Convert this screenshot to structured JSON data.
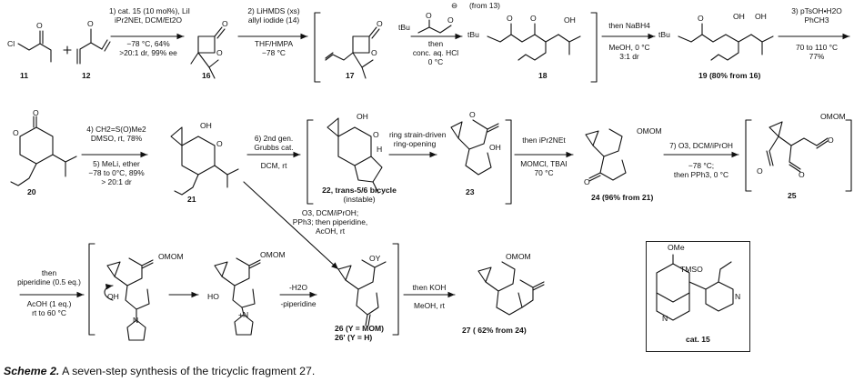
{
  "compounds": {
    "c11": "11",
    "c12": "12",
    "c16": "16",
    "c17": "17",
    "c18": "18",
    "c19": "19 (80% from 16)",
    "c20": "20",
    "c21": "21",
    "c22": "22, trans-5/6 bicycle",
    "c22b": "(instable)",
    "c23": "23",
    "c24": "24 (96% from 21)",
    "c25": "25",
    "c26": "26 (Y = MOM)",
    "c26p": "26' (Y = H)",
    "c27": "27 ( 62% from 24)",
    "cat15": "cat. 15"
  },
  "conditions": {
    "step1": [
      "1) cat. 15 (10 mol%), LiI",
      "iPr2NEt, DCM/Et2O",
      "−78 °C, 64%",
      ">20:1 dr, 99% ee"
    ],
    "step2": [
      "2) LiHMDS (xs)",
      "allyl iodide (14)",
      "THF/HMPA",
      "−78 °C"
    ],
    "from13": "(from 13)",
    "acid": [
      "then",
      "conc. aq. HCl",
      "0 °C"
    ],
    "nabh4": [
      "then NaBH4",
      "MeOH, 0 °C",
      "3:1 dr"
    ],
    "step3": [
      "3) pTsOH•H2O",
      "PhCH3",
      "70 to 110 °C",
      "77%"
    ],
    "step4": [
      "4) CH2=S(O)Me2",
      "DMSO, rt, 78%"
    ],
    "step5": [
      "5) MeLi, ether",
      "−78 to 0°C, 89%",
      "> 20:1 dr"
    ],
    "step6": [
      "6) 2nd gen.",
      "Grubbs cat.",
      "DCM, rt"
    ],
    "ringopen": [
      "ring strain-driven",
      "ring-opening"
    ],
    "mom": [
      "then iPr2NEt",
      "MOMCl, TBAI",
      "70 °C"
    ],
    "step7": [
      "7) O3, DCM/iPrOH",
      "−78 °C;",
      "then PPh3, 0 °C"
    ],
    "diag": [
      "O3, DCM/iPrOH;",
      "PPh3; then piperidine,",
      "AcOH, rt"
    ],
    "pip": [
      "then",
      "piperidine (0.5 eq.)",
      "AcOH (1 eq.)",
      "rt to 60 °C"
    ],
    "dehyd": [
      "-H2O",
      "-piperidine"
    ],
    "koh": [
      "then KOH",
      "MeOH, rt"
    ]
  },
  "atoms": {
    "cl": "Cl",
    "o": "O",
    "oh": "OH",
    "omom": "OMOM",
    "oy": "OY",
    "tbu": "tBu",
    "h": "H",
    "n": "N",
    "nplus": "+N",
    "ho": "HO",
    "ome": "OMe",
    "tmso": "TMSO",
    "ominus": "⊖"
  },
  "caption": {
    "scheme": "Scheme 2.",
    "text": " A seven-step synthesis of the tricyclic fragment 27."
  }
}
